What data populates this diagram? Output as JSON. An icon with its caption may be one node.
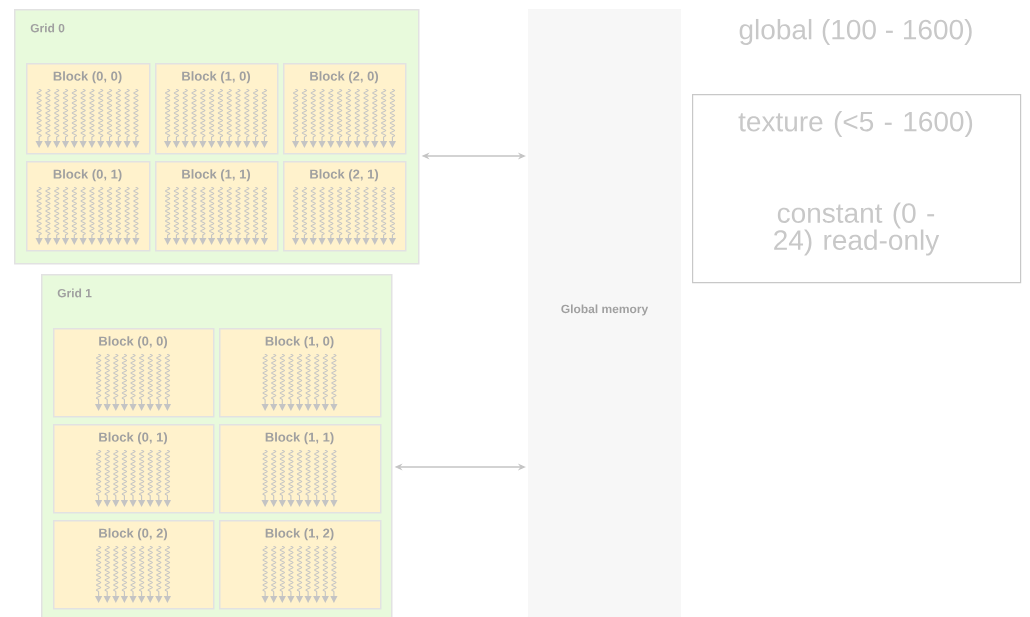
{
  "diagram": {
    "nodes": [
      {
        "text": [
          "Grid 0"
        ]
      },
      {
        "text": [
          "Block (0, 0)"
        ],
        "in": 0
      },
      {
        "text": [
          "Block (1, 0)"
        ],
        "in": 0
      },
      {
        "text": [
          "Block (2, 0)"
        ],
        "in": 0
      },
      {
        "text": [
          "Block (0, 1)"
        ],
        "in": 0
      },
      {
        "text": [
          "Block (1, 1)"
        ],
        "in": 0
      },
      {
        "text": [
          "Block (2, 1)"
        ],
        "in": 0
      },
      {
        "text": [
          "Grid 1"
        ]
      },
      {
        "text": [
          "Block (0, 0)"
        ],
        "in": 7
      },
      {
        "text": [
          "Block (1, 0)"
        ],
        "in": 7
      },
      {
        "text": [
          "Block (0, 1)"
        ],
        "in": 7
      },
      {
        "text": [
          "Block (1, 1)"
        ],
        "in": 7
      },
      {
        "text": [
          "Block (0, 2)"
        ],
        "in": 7
      },
      {
        "text": [
          "Block (1, 2)"
        ],
        "in": 7
      },
      {
        "text": [
          "Global memory"
        ]
      },
      {
        "text": [
          "texture (<5 - 1600)",
          "constant (0 - 24) read-only"
        ]
      }
    ],
    "edges": [
      {
        "from": 0,
        "to": 14,
        "arrow": "both"
      },
      {
        "from": 7,
        "to": 14,
        "arrow": "both"
      }
    ],
    "labels": [
      "global (100 - 1600)"
    ]
  }
}
